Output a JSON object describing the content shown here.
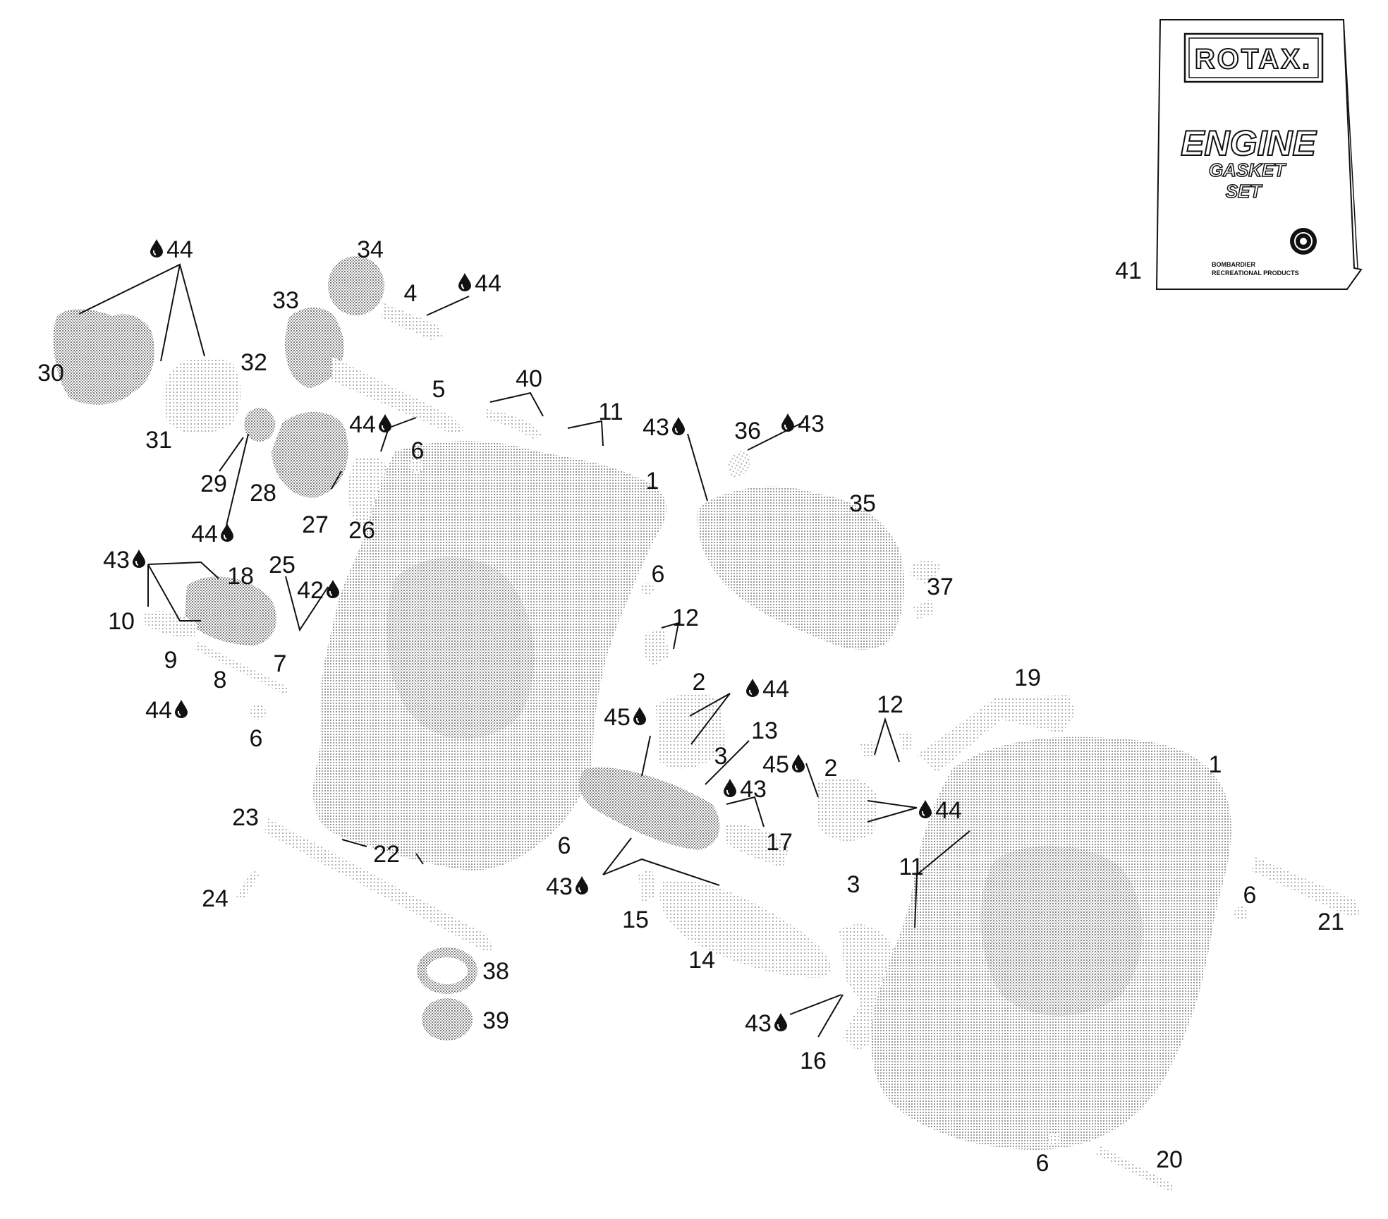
{
  "kit": {
    "brand": "ROTAX.",
    "title": "ENGINE",
    "subtitle_1": "GASKET",
    "subtitle_2": "SET",
    "maker_1": "BOMBARDIER",
    "maker_2": "RECREATIONAL PRODUCTS"
  },
  "labels": [
    {
      "id": "44",
      "text": "44",
      "drop": "before"
    },
    {
      "id": "34",
      "text": "34",
      "drop": "none"
    },
    {
      "id": "4",
      "text": "4",
      "drop": "none"
    },
    {
      "id": "44b",
      "text": "44",
      "drop": "before"
    },
    {
      "id": "33",
      "text": "33",
      "drop": "none"
    },
    {
      "id": "30",
      "text": "30",
      "drop": "none"
    },
    {
      "id": "32",
      "text": "32",
      "drop": "none"
    },
    {
      "id": "5",
      "text": "5",
      "drop": "none"
    },
    {
      "id": "40",
      "text": "40",
      "drop": "none"
    },
    {
      "id": "11a",
      "text": "11",
      "drop": "none"
    },
    {
      "id": "43a",
      "text": "43",
      "drop": "after"
    },
    {
      "id": "36",
      "text": "36",
      "drop": "none"
    },
    {
      "id": "43b",
      "text": "43",
      "drop": "before"
    },
    {
      "id": "31",
      "text": "31",
      "drop": "none"
    },
    {
      "id": "44c",
      "text": "44",
      "drop": "after"
    },
    {
      "id": "6a",
      "text": "6",
      "drop": "none"
    },
    {
      "id": "1a",
      "text": "1",
      "drop": "none"
    },
    {
      "id": "29",
      "text": "29",
      "drop": "none"
    },
    {
      "id": "28",
      "text": "28",
      "drop": "none"
    },
    {
      "id": "35",
      "text": "35",
      "drop": "none"
    },
    {
      "id": "27",
      "text": "27",
      "drop": "none"
    },
    {
      "id": "26",
      "text": "26",
      "drop": "none"
    },
    {
      "id": "44d",
      "text": "44",
      "drop": "after"
    },
    {
      "id": "43c",
      "text": "43",
      "drop": "after"
    },
    {
      "id": "18",
      "text": "18",
      "drop": "none"
    },
    {
      "id": "25",
      "text": "25",
      "drop": "none"
    },
    {
      "id": "6b",
      "text": "6",
      "drop": "none"
    },
    {
      "id": "42",
      "text": "42",
      "drop": "after"
    },
    {
      "id": "37",
      "text": "37",
      "drop": "none"
    },
    {
      "id": "10",
      "text": "10",
      "drop": "none"
    },
    {
      "id": "12a",
      "text": "12",
      "drop": "none"
    },
    {
      "id": "9",
      "text": "9",
      "drop": "none"
    },
    {
      "id": "7",
      "text": "7",
      "drop": "none"
    },
    {
      "id": "8",
      "text": "8",
      "drop": "none"
    },
    {
      "id": "19",
      "text": "19",
      "drop": "none"
    },
    {
      "id": "2a",
      "text": "2",
      "drop": "none"
    },
    {
      "id": "44e",
      "text": "44",
      "drop": "before"
    },
    {
      "id": "44f",
      "text": "44",
      "drop": "after"
    },
    {
      "id": "45a",
      "text": "45",
      "drop": "after"
    },
    {
      "id": "12b",
      "text": "12",
      "drop": "none"
    },
    {
      "id": "6c",
      "text": "6",
      "drop": "none"
    },
    {
      "id": "13",
      "text": "13",
      "drop": "none"
    },
    {
      "id": "3a",
      "text": "3",
      "drop": "none"
    },
    {
      "id": "45b",
      "text": "45",
      "drop": "after"
    },
    {
      "id": "2b",
      "text": "2",
      "drop": "none"
    },
    {
      "id": "1b",
      "text": "1",
      "drop": "none"
    },
    {
      "id": "43d",
      "text": "43",
      "drop": "before"
    },
    {
      "id": "44g",
      "text": "44",
      "drop": "before"
    },
    {
      "id": "23",
      "text": "23",
      "drop": "none"
    },
    {
      "id": "17",
      "text": "17",
      "drop": "none"
    },
    {
      "id": "6d",
      "text": "6",
      "drop": "none"
    },
    {
      "id": "22",
      "text": "22",
      "drop": "none"
    },
    {
      "id": "11b",
      "text": "11",
      "drop": "none"
    },
    {
      "id": "3b",
      "text": "3",
      "drop": "none"
    },
    {
      "id": "43e",
      "text": "43",
      "drop": "after"
    },
    {
      "id": "24",
      "text": "24",
      "drop": "none"
    },
    {
      "id": "15",
      "text": "15",
      "drop": "none"
    },
    {
      "id": "6e",
      "text": "6",
      "drop": "none"
    },
    {
      "id": "21",
      "text": "21",
      "drop": "none"
    },
    {
      "id": "14",
      "text": "14",
      "drop": "none"
    },
    {
      "id": "38",
      "text": "38",
      "drop": "none"
    },
    {
      "id": "39",
      "text": "39",
      "drop": "none"
    },
    {
      "id": "43f",
      "text": "43",
      "drop": "after"
    },
    {
      "id": "16",
      "text": "16",
      "drop": "none"
    },
    {
      "id": "6f",
      "text": "6",
      "drop": "none"
    },
    {
      "id": "20",
      "text": "20",
      "drop": "none"
    },
    {
      "id": "41",
      "text": "41",
      "drop": "none"
    }
  ]
}
